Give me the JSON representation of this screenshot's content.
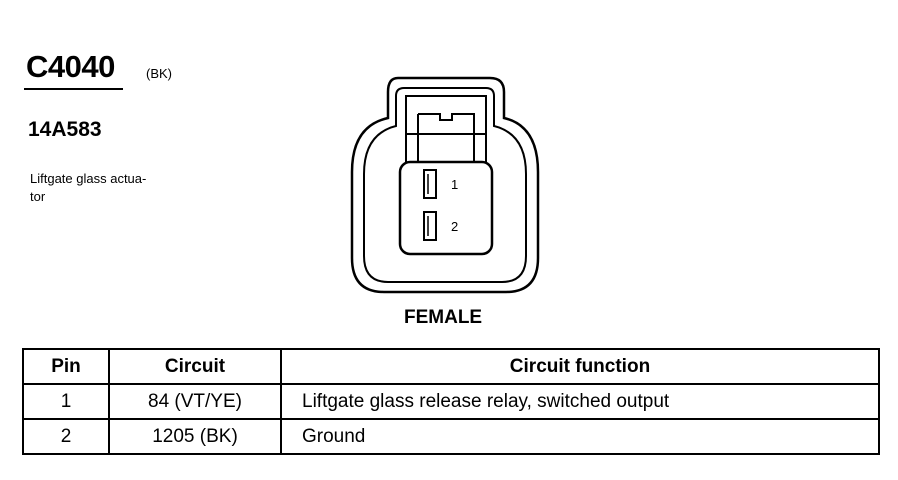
{
  "header": {
    "connector_id": "C4040",
    "color_code": "(BK)",
    "part_number": "14A583",
    "description": "Liftgate glass actua-\ntor"
  },
  "diagram": {
    "view_label": "FEMALE",
    "pins": [
      {
        "label": "1"
      },
      {
        "label": "2"
      }
    ]
  },
  "table": {
    "headers": [
      "Pin",
      "Circuit",
      "Circuit function"
    ],
    "rows": [
      {
        "pin": "1",
        "circuit": "84 (VT/YE)",
        "function": "Liftgate glass release relay, switched output"
      },
      {
        "pin": "2",
        "circuit": "1205 (BK)",
        "function": "Ground"
      }
    ]
  }
}
